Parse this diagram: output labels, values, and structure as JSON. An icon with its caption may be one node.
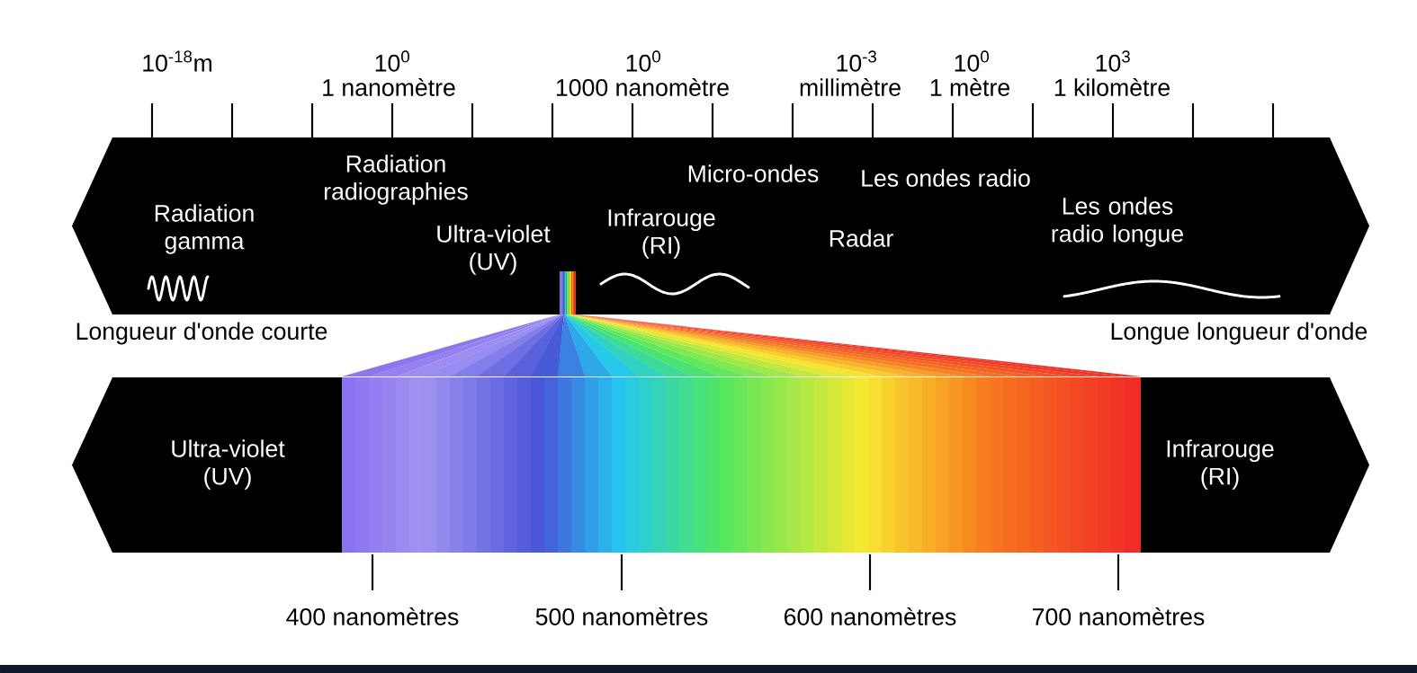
{
  "diagram": {
    "nodes": [
      {
        "text": [
          "Radiation gamma",
          "Radiation radiographies",
          "Ultra-violet (UV)",
          "Infrarouge (RI)",
          "Micro-ondes",
          "Les ondes radio",
          "Radar",
          "Les ondes radio longue"
        ]
      },
      {
        "text": [
          "Ultra-violet (UV)",
          "Infrarouge (RI)"
        ]
      }
    ],
    "labels": [
      "10$^{-18}$m",
      "10$^{0}$",
      "1 nanomètre",
      "10$^{0}$",
      "1000 nanomètre",
      "10$^{-3}$",
      "millimètre",
      "10$^{0}$",
      "1 mètre",
      "10$^{3}$",
      "1 kilomètre",
      "Longueur d'onde courte",
      "Longue longueur d'onde",
      "400 nanomètres",
      "500 nanomètres",
      "600 nanomètres",
      "700 nanomètres"
    ]
  }
}
